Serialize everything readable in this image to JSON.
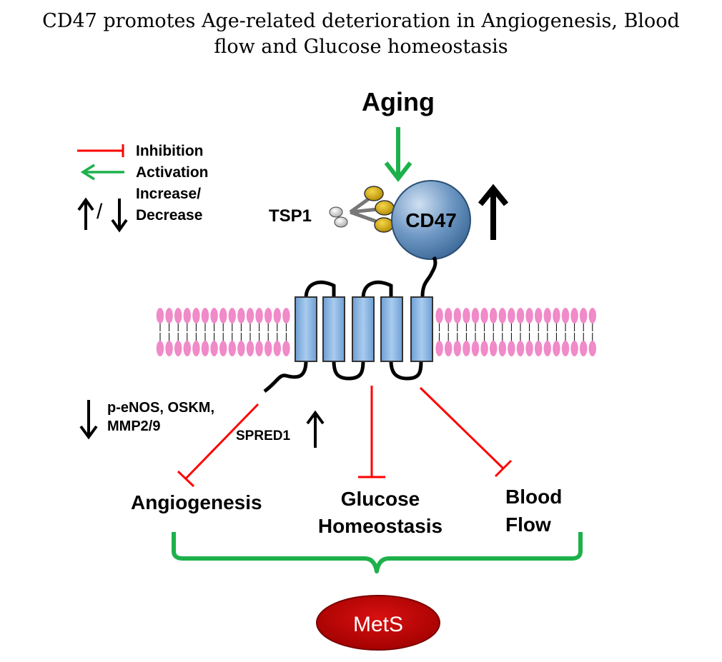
{
  "title": {
    "line1": "CD47 promotes Age-related deterioration in Angiogenesis, Blood",
    "line2": "flow and Glucose homeostasis"
  },
  "legend": {
    "inhibition": "Inhibition",
    "activation": "Activation",
    "increase": "Increase/",
    "decrease": "Decrease",
    "slash": "/"
  },
  "nodes": {
    "aging": "Aging",
    "tsp1": "TSP1",
    "cd47": "CD47",
    "down_list_line1": "p-eNOS, OSKM,",
    "down_list_line2": "MMP2/9",
    "spred1": "SPRED1",
    "angiogenesis": "Angiogenesis",
    "glucose_line1": "Glucose",
    "glucose_line2": "Homeostasis",
    "blood_line1": "Blood",
    "blood_line2": "Flow",
    "mets": "MetS"
  },
  "colors": {
    "inhibition": "#ff0000",
    "activation": "#1db14b",
    "cd47_fill": "#5b88b5",
    "lipid_head": "#f08ac8",
    "helix": "#8fb7e0",
    "tsp1_ball": "#c9a100",
    "mets_fill": "#c00000",
    "brace": "#1db14b"
  }
}
